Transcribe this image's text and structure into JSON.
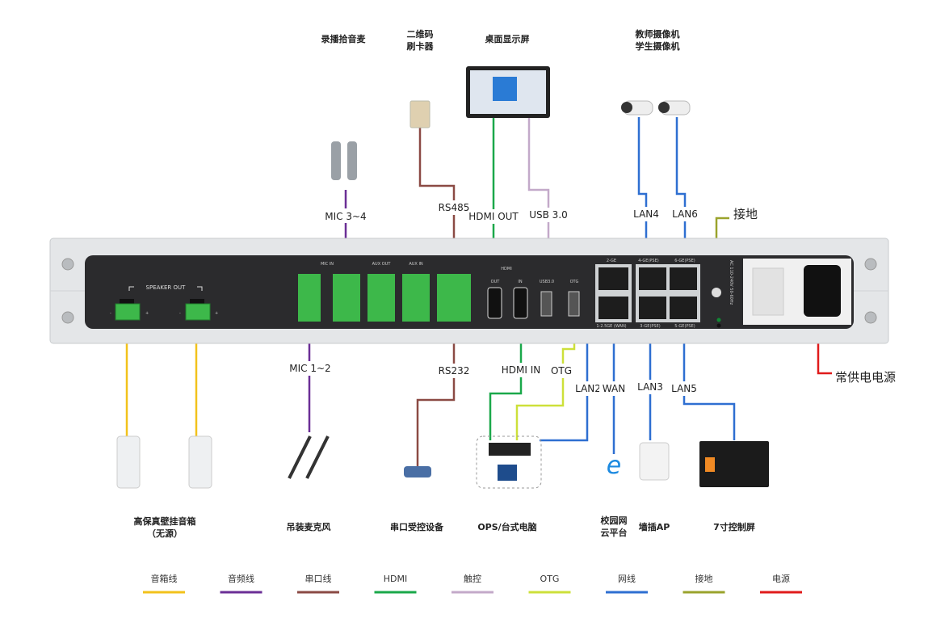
{
  "top_labels": {
    "mic_pickup": "录播拾音麦",
    "qr_reader_1": "二维码",
    "qr_reader_2": "刷卡器",
    "desktop_screen": "桌面显示屏",
    "camera_1": "教师摄像机",
    "camera_2": "学生摄像机"
  },
  "bottom_labels": {
    "speaker_1": "高保真壁挂音箱",
    "speaker_2": "（无源）",
    "hanging_mic": "吊装麦克风",
    "serial_device": "串口受控设备",
    "ops": "OPS/台式电脑",
    "campus_1": "校园网",
    "campus_2": "云平台",
    "wall_ap": "墙插AP",
    "control_screen": "7寸控制屏"
  },
  "connections": {
    "mic34": "MIC 3~4",
    "mic12": "MIC 1~2",
    "rs485": "RS485",
    "rs232": "RS232",
    "hdmi_out": "HDMI OUT",
    "hdmi_in": "HDMI IN",
    "usb3": "USB 3.0",
    "otg": "OTG",
    "lan2": "LAN2",
    "wan": "WAN",
    "lan3": "LAN3",
    "lan4": "LAN4",
    "lan5": "LAN5",
    "lan6": "LAN6",
    "ground": "接地",
    "power": "常供电电源"
  },
  "panel": {
    "speaker_out": "SPEAKER OUT",
    "mic_in": "MIC IN",
    "aux_out": "AUX OUT",
    "aux_in": "AUX IN",
    "hdmi": "HDMI",
    "out": "OUT",
    "in": "IN",
    "usb": "USB3.0",
    "otg": "OTG",
    "p2ge": "2-GE",
    "p4ge": "4-GE(PSE)",
    "p6ge": "6-GE(PSE)",
    "p1wan": "1-2.5GE (WAN)",
    "p3ge": "3-GE(PSE)",
    "p5ge": "5-GE(PSE)",
    "rating": "AC 110-240V 50-60Hz"
  },
  "legend": [
    {
      "label": "音箱线",
      "color": "#f2c21b"
    },
    {
      "label": "音频线",
      "color": "#6b2f96"
    },
    {
      "label": "串口线",
      "color": "#8b4a44"
    },
    {
      "label": "HDMI",
      "color": "#1aa84a"
    },
    {
      "label": "触控",
      "color": "#c3a9c9"
    },
    {
      "label": "OTG",
      "color": "#cde03a"
    },
    {
      "label": "网线",
      "color": "#2e6fd1"
    },
    {
      "label": "接地",
      "color": "#9aa32c"
    },
    {
      "label": "电源",
      "color": "#e01b1b"
    }
  ]
}
